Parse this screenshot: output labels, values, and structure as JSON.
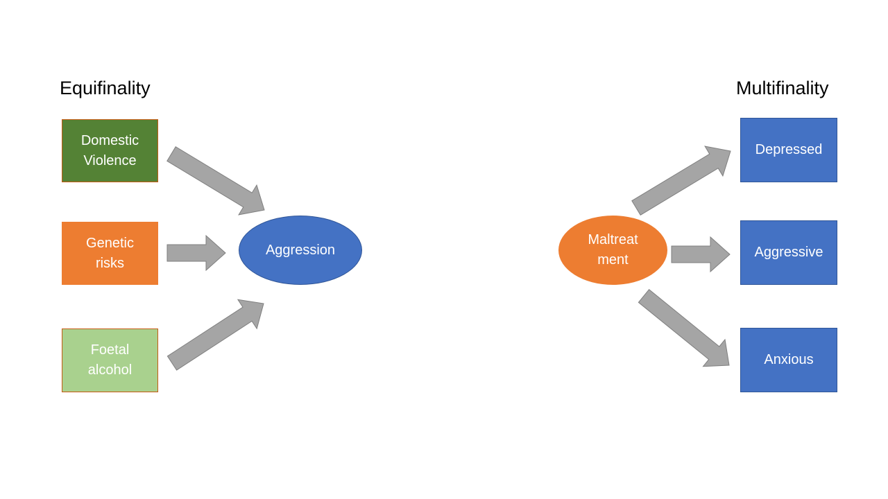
{
  "equifinality": {
    "title": "Equifinality",
    "causes": [
      {
        "label": "Domestic\nViolence",
        "color": "#548235",
        "border": "#C55A11"
      },
      {
        "label": "Genetic\nrisks",
        "color": "#ED7D31",
        "border": "#ED7D31"
      },
      {
        "label": "Foetal\nalcohol",
        "color": "#A9D18E",
        "border": "#C55A11"
      }
    ],
    "outcome": {
      "label": "Aggression",
      "color": "#4472C4",
      "border": "#2F5597"
    }
  },
  "multifinality": {
    "title": "Multifinality",
    "cause": {
      "label": "Maltreat\nment",
      "color": "#ED7D31",
      "border": "#ED7D31"
    },
    "outcomes": [
      {
        "label": "Depressed",
        "color": "#4472C4",
        "border": "#2F5597"
      },
      {
        "label": "Aggressive",
        "color": "#4472C4",
        "border": "#2F5597"
      },
      {
        "label": "Anxious",
        "color": "#4472C4",
        "border": "#2F5597"
      }
    ]
  },
  "arrow_color": "#A5A5A5",
  "arrow_border": "#7F7F7F"
}
